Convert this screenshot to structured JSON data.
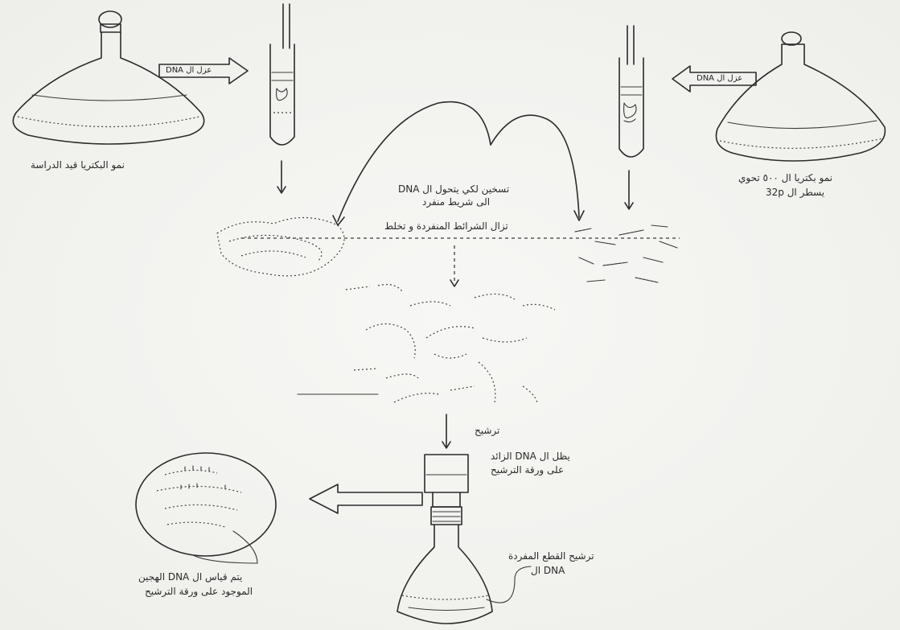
{
  "labels": {
    "flask_left": "نمو البكتريا قيد الدراسة",
    "flask_right_line1": "نمو بكتريا ال ٥٠٠ تحوي",
    "flask_right_line2": "يسطر ال 32p",
    "arrow_left": "عزل ال DNA",
    "arrow_right": "عزل ال DNA",
    "center_line1": "تسخين لكي يتحول ال DNA",
    "center_line2": "الى شريط منفرد",
    "mix_line": "تزال الشرائط المنفردة و تخلط",
    "filter": "ترشيح",
    "bound_line1": "يظل ال DNA الزائد",
    "bound_line2": "على ورقة الترشيح",
    "filter_flask_line1": "ترشيح القطع المفردة",
    "filter_flask_line2": "DNA ال",
    "result_line1": "يتم قياس ال DNA الهجين",
    "result_line2": "الموجود على ورقة الترشيح"
  }
}
